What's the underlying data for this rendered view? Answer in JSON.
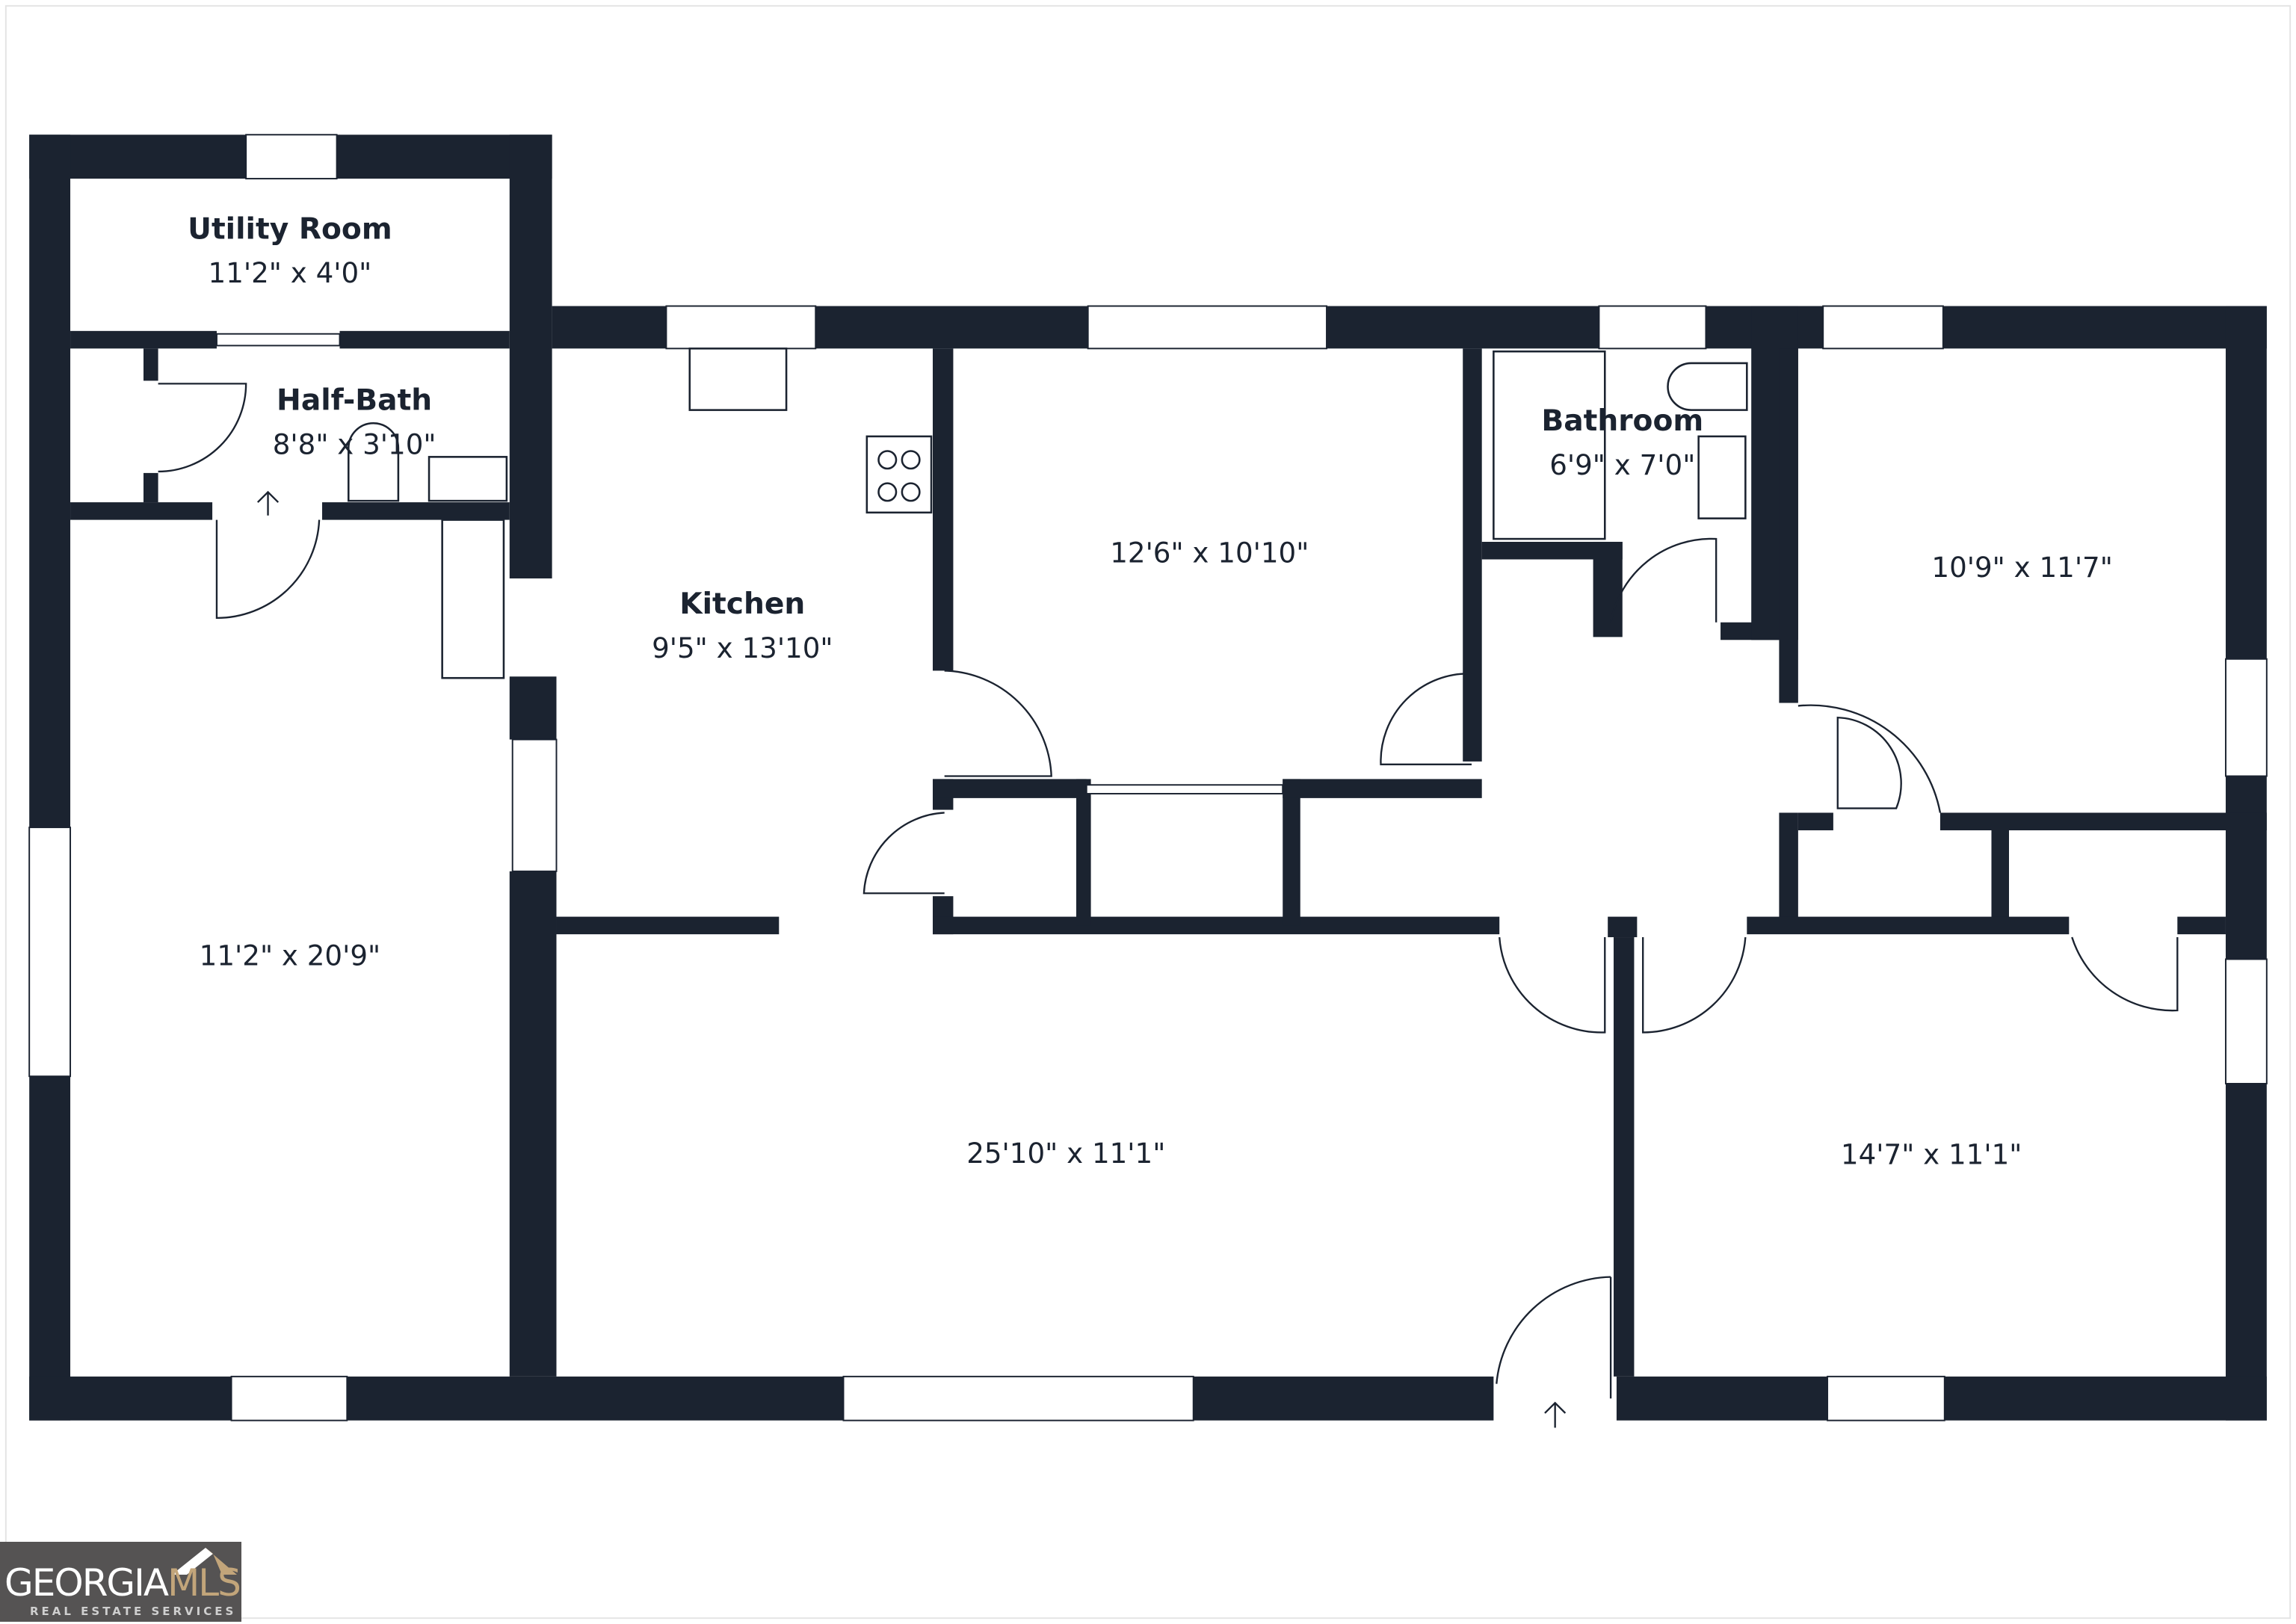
{
  "rooms": {
    "utility": {
      "name": "Utility Room",
      "dims": "11'2\" x 4'0\""
    },
    "half_bath": {
      "name": "Half-Bath",
      "dims": "8'8\" x 3'10\""
    },
    "kitchen": {
      "name": "Kitchen",
      "dims": "9'5\" x 13'10\""
    },
    "bathroom": {
      "name": "Bathroom",
      "dims": "6'9\" x 7'0\""
    },
    "bedroom_a": {
      "dims": "12'6\" x 10'10\""
    },
    "bedroom_b": {
      "dims": "10'9\" x 11'7\""
    },
    "left_room": {
      "dims": "11'2\" x 20'9\""
    },
    "living": {
      "dims": "25'10\" x 11'1\""
    },
    "bedroom_c": {
      "dims": "14'7\" x 11'1\""
    }
  },
  "logo": {
    "brand": "GEORGIA",
    "brand_accent": "MLS",
    "tagline": "REAL ESTATE SERVICES"
  },
  "colors": {
    "wall": "#1b2330",
    "logo_bg": "#555353",
    "logo_accent": "#c2a57a"
  }
}
